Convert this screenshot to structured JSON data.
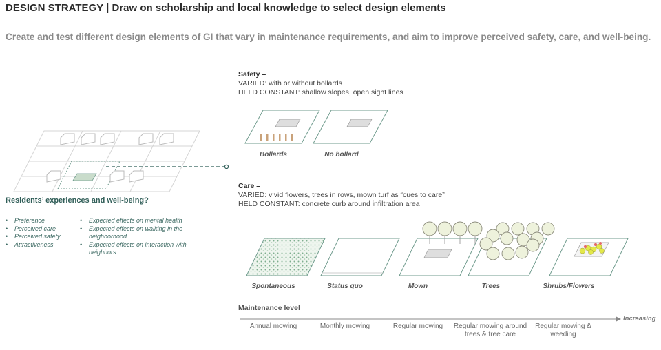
{
  "title": "DESIGN STRATEGY | Draw on scholarship and local knowledge to select design elements",
  "subtitle": "Create and test different design elements of GI that vary in maintenance requirements, and aim to improve perceived safety, care, and well-being.",
  "safety": {
    "heading": "Safety –",
    "varied": "VARIED: with or without bollards",
    "constant": "HELD CONSTANT: shallow slopes, open sight lines",
    "options": [
      "Bollards",
      "No bollard"
    ]
  },
  "care": {
    "heading": "Care –",
    "varied": "VARIED: vivid flowers, trees in rows, mown turf as “cues to care”",
    "constant": "HELD CONSTANT: concrete curb around infiltration area",
    "options": [
      "Spontaneous",
      "Status quo",
      "Mown",
      "Trees",
      "Shrubs/Flowers"
    ]
  },
  "residents": {
    "title": "Residents’ experiences and well-being?",
    "col1": [
      "Preference",
      "Perceived care",
      "Perceived safety",
      "Attractiveness"
    ],
    "col2": [
      "Expected effects on mental health",
      "Expected effects on walking in the neighborhood",
      "Expected effects on interaction with neighbors"
    ]
  },
  "maintenance": {
    "title": "Maintenance level",
    "increasing": "Increasing",
    "levels": [
      "Annual mowing",
      "Monthly mowing",
      "Regular mowing",
      "Regular mowing around trees & tree care",
      "Regular mowing & weeding"
    ]
  },
  "colors": {
    "accent": "#2f5d57",
    "outline": "#4d7a6f",
    "swatch": "#c9dccb",
    "flower": "#e3e84a"
  }
}
